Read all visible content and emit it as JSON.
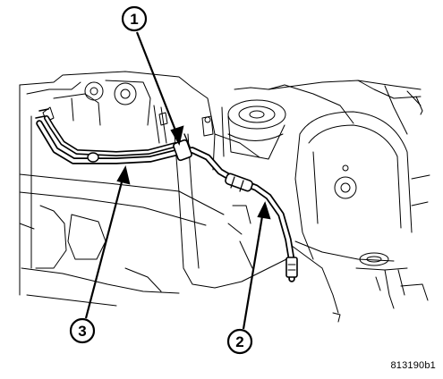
{
  "callouts": [
    {
      "number": "1"
    },
    {
      "number": "2"
    },
    {
      "number": "3"
    }
  ],
  "figure_code": "813190b1",
  "colors": {
    "line": "#000000",
    "background": "#ffffff"
  }
}
